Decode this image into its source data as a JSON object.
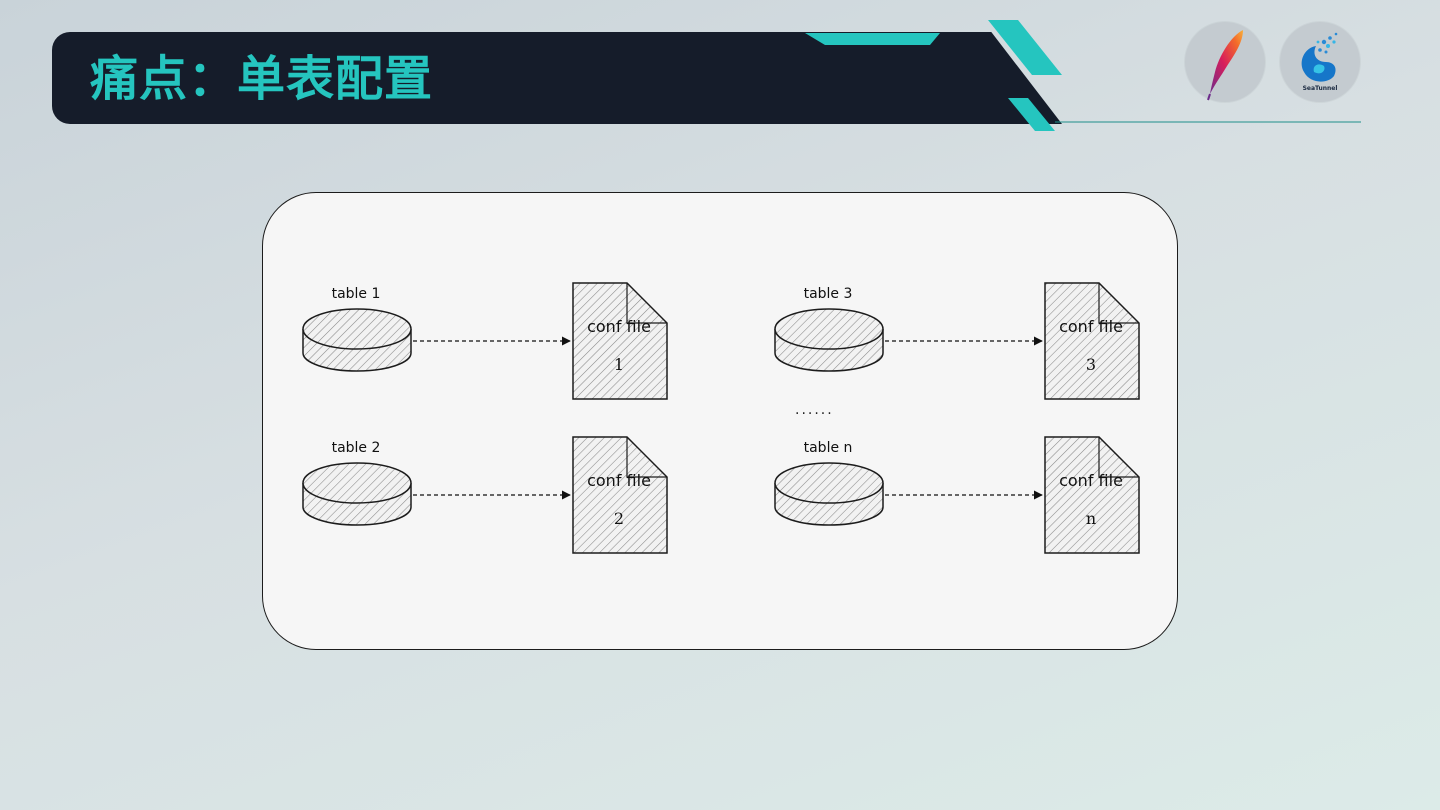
{
  "header": {
    "title": "痛点：单表配置",
    "accent_color": "#25c5bf",
    "bar_color": "#151c2a"
  },
  "logos": [
    {
      "name": "apache-feather-icon"
    },
    {
      "name": "seatunnel-logo-icon",
      "label": "SeaTunnel"
    }
  ],
  "diagram": {
    "rows": [
      {
        "table": "table 1",
        "file_title": "conf file",
        "file_num": "1"
      },
      {
        "table": "table 2",
        "file_title": "conf file",
        "file_num": "2"
      },
      {
        "table": "table 3",
        "file_title": "conf file",
        "file_num": "3"
      },
      {
        "table": "table n",
        "file_title": "conf file",
        "file_num": "n"
      }
    ],
    "ellipsis": "......"
  }
}
